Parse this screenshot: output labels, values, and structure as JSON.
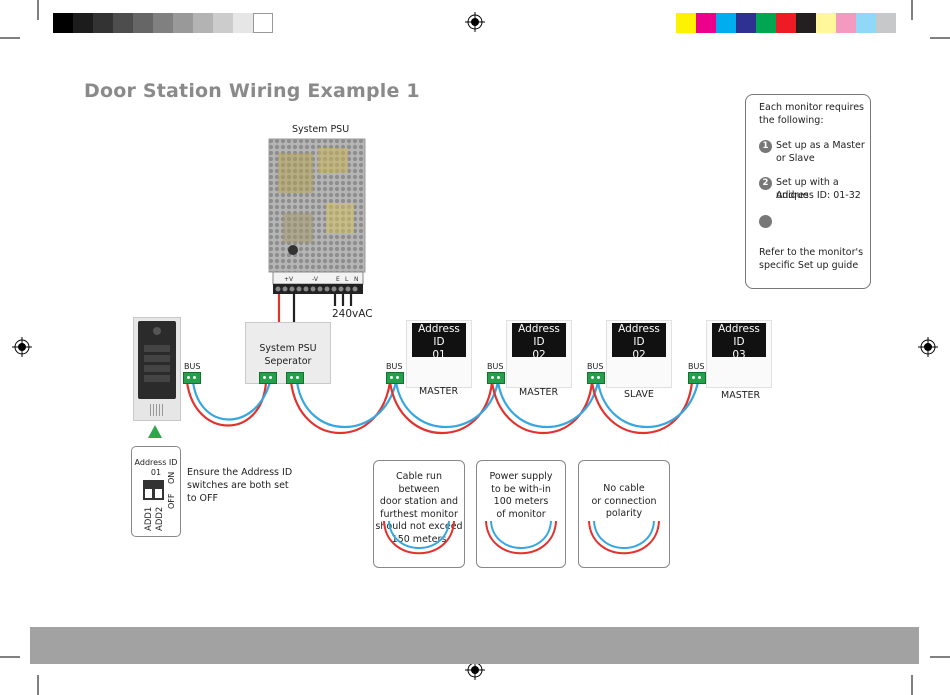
{
  "title": "Door Station Wiring Example 1",
  "colors": {
    "wire_red": "#e0322e",
    "wire_blue": "#35a6df",
    "terminal_green": "#23a04a",
    "title_grey": "#8a8a8a",
    "footer_grey": "#a2a2a2",
    "step_circle": "#777777"
  },
  "calibration": {
    "gray_swatches": [
      "#000000",
      "#1c1c1c",
      "#333333",
      "#4d4d4d",
      "#666666",
      "#808080",
      "#999999",
      "#b3b3b3",
      "#cccccc",
      "#e6e6e6",
      "#ffffff"
    ],
    "color_swatches": [
      "#fff200",
      "#ec008c",
      "#00aeef",
      "#2e3192",
      "#00a651",
      "#ed1c24",
      "#231f20",
      "#fff799",
      "#f49ac1",
      "#8fd8f8",
      "#c7c8ca"
    ]
  },
  "psu": {
    "label": "System PSU",
    "terminals": [
      "+V",
      "-V",
      "E",
      "L",
      "N"
    ],
    "mains_label": "240vAC"
  },
  "separator": {
    "label_line1": "System PSU",
    "label_line2": "Seperator"
  },
  "bus_label": "BUS",
  "monitors": [
    {
      "id_label": "Address ID",
      "id": "01",
      "role": "MASTER"
    },
    {
      "id_label": "Address ID",
      "id": "02",
      "role": "MASTER"
    },
    {
      "id_label": "Address ID",
      "id": "02",
      "role": "SLAVE"
    },
    {
      "id_label": "Address ID",
      "id": "03",
      "role": "MASTER"
    }
  ],
  "info_box": {
    "intro_line1": "Each monitor requires",
    "intro_line2": "the following:",
    "step1_num": "1",
    "step1_line1": "Set up as a Master",
    "step1_line2": "or Slave",
    "step2_num": "2",
    "step2_line1": "Set up with a unique",
    "step2_line2": "Address ID: 01-32",
    "footer_line1": "Refer to the monitor's",
    "footer_line2": "specific Set up guide"
  },
  "dip_switch": {
    "label": "Address ID",
    "value": "01",
    "on_label": "ON",
    "off_label": "OFF",
    "switch1": "ADD1",
    "switch2": "ADD2"
  },
  "dip_note": {
    "line1": "Ensure the Address ID",
    "line2": "switches are both set",
    "line3": "to OFF"
  },
  "notes": [
    {
      "lines": [
        "Cable run between",
        "door station and",
        "furthest monitor",
        "should not exceed",
        "150 meters"
      ]
    },
    {
      "lines": [
        "Power supply",
        "to be with-in",
        "100 meters",
        "of monitor"
      ]
    },
    {
      "lines": [
        "No cable",
        "or connection",
        "polarity"
      ]
    }
  ]
}
